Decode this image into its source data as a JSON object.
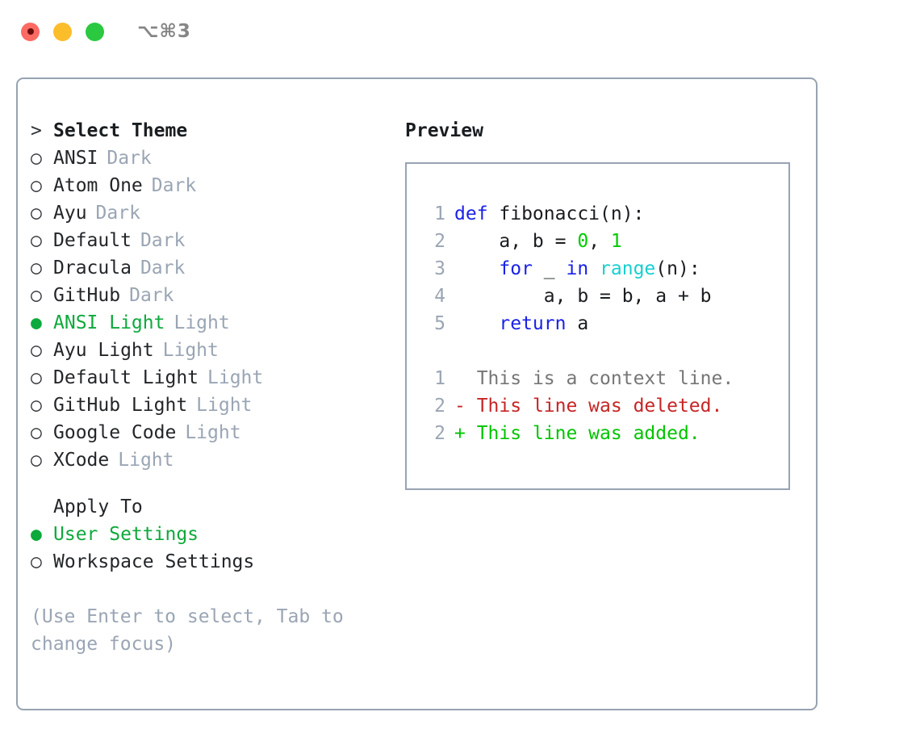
{
  "titlebar": {
    "shortcut": "⌥⌘3",
    "traffic_lights": [
      {
        "name": "close",
        "color": "#fb6a63"
      },
      {
        "name": "minimize",
        "color": "#fcbd2b"
      },
      {
        "name": "maximize",
        "color": "#2bc940"
      }
    ]
  },
  "colors": {
    "accent_green": "#0ea93c",
    "muted_gray": "#9aa5b4",
    "border": "#97a3b2",
    "text": "#232629",
    "keyword_blue": "#1a21e8",
    "number_green": "#00cc00",
    "function_cyan": "#18cfcf",
    "diff_delete_red": "#c62525",
    "diff_add_green": "#00c400",
    "diff_context_gray": "#767676"
  },
  "left": {
    "section_title": "Select Theme",
    "section_marker": ">",
    "themes": [
      {
        "name": "ANSI",
        "variant": "Dark",
        "selected": false,
        "marker": "○"
      },
      {
        "name": "Atom One",
        "variant": "Dark",
        "selected": false,
        "marker": "○"
      },
      {
        "name": "Ayu",
        "variant": "Dark",
        "selected": false,
        "marker": "○"
      },
      {
        "name": "Default",
        "variant": "Dark",
        "selected": false,
        "marker": "○"
      },
      {
        "name": "Dracula",
        "variant": "Dark",
        "selected": false,
        "marker": "○"
      },
      {
        "name": "GitHub",
        "variant": "Dark",
        "selected": false,
        "marker": "○"
      },
      {
        "name": "ANSI Light",
        "variant": "Light",
        "selected": true,
        "marker": "●"
      },
      {
        "name": "Ayu Light",
        "variant": "Light",
        "selected": false,
        "marker": "○"
      },
      {
        "name": "Default Light",
        "variant": "Light",
        "selected": false,
        "marker": "○"
      },
      {
        "name": "GitHub Light",
        "variant": "Light",
        "selected": false,
        "marker": "○"
      },
      {
        "name": "Google Code",
        "variant": "Light",
        "selected": false,
        "marker": "○"
      },
      {
        "name": "XCode",
        "variant": "Light",
        "selected": false,
        "marker": "○"
      }
    ],
    "apply_to": {
      "title": "Apply To",
      "options": [
        {
          "name": "User Settings",
          "selected": true,
          "marker": "●"
        },
        {
          "name": "Workspace Settings",
          "selected": false,
          "marker": "○"
        }
      ]
    },
    "hint": "(Use Enter to select, Tab to change focus)"
  },
  "right": {
    "preview_title": "Preview",
    "code_lines": [
      {
        "no": "1",
        "tokens": [
          {
            "t": "def",
            "c": "kw"
          },
          {
            "t": " fibonacci(n):",
            "c": "plain"
          }
        ]
      },
      {
        "no": "2",
        "tokens": [
          {
            "t": "    a, b = ",
            "c": "plain"
          },
          {
            "t": "0",
            "c": "num"
          },
          {
            "t": ", ",
            "c": "plain"
          },
          {
            "t": "1",
            "c": "num"
          }
        ]
      },
      {
        "no": "3",
        "tokens": [
          {
            "t": "    ",
            "c": "plain"
          },
          {
            "t": "for",
            "c": "kw"
          },
          {
            "t": " _ ",
            "c": "plain"
          },
          {
            "t": "in",
            "c": "kw"
          },
          {
            "t": " ",
            "c": "plain"
          },
          {
            "t": "range",
            "c": "fn"
          },
          {
            "t": "(n):",
            "c": "plain"
          }
        ]
      },
      {
        "no": "4",
        "tokens": [
          {
            "t": "        a, b = b, a + b",
            "c": "plain"
          }
        ]
      },
      {
        "no": "5",
        "tokens": [
          {
            "t": "    ",
            "c": "plain"
          },
          {
            "t": "return",
            "c": "kw"
          },
          {
            "t": " a",
            "c": "plain"
          }
        ]
      }
    ],
    "diff_lines": [
      {
        "no": "1",
        "sign": " ",
        "text": " This is a context line.",
        "kind": "ctx"
      },
      {
        "no": "2",
        "sign": "-",
        "text": " This line was deleted.",
        "kind": "del"
      },
      {
        "no": "2",
        "sign": "+",
        "text": " This line was added.",
        "kind": "add"
      }
    ]
  }
}
